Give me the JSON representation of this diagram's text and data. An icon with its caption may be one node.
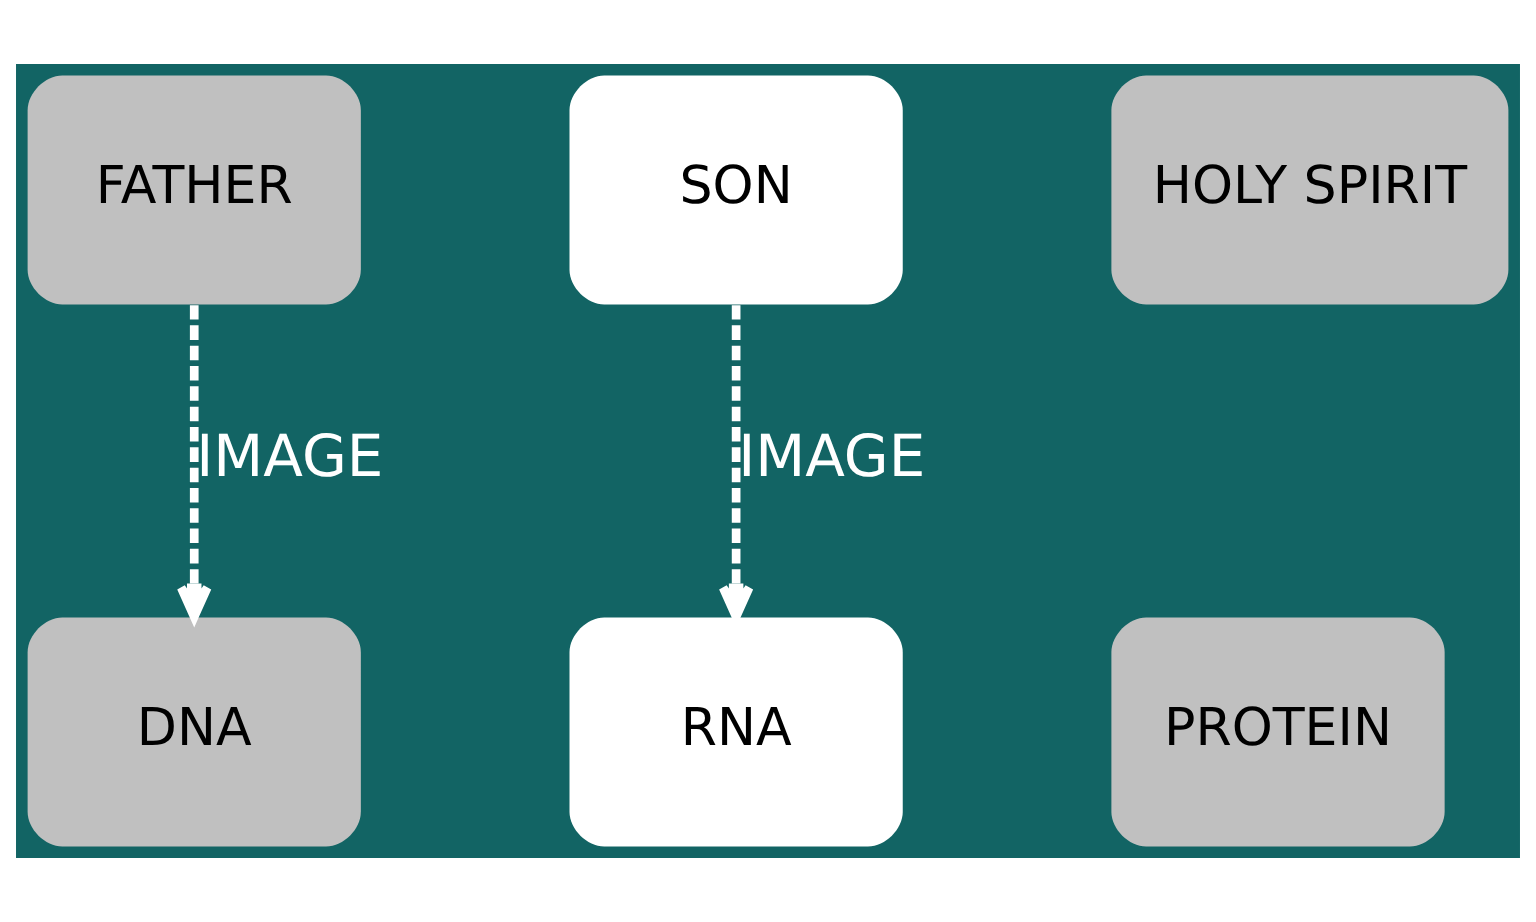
{
  "diagram": {
    "nodes": [
      {
        "text": [
          "FATHER"
        ]
      },
      {
        "text": [
          "SON"
        ]
      },
      {
        "text": [
          "HOLY SPIRIT"
        ]
      },
      {
        "text": [
          "DNA"
        ]
      },
      {
        "text": [
          "RNA"
        ]
      },
      {
        "text": [
          "PROTEIN"
        ]
      }
    ],
    "edges": [
      {
        "from": 0,
        "to": 3,
        "arrow": "to",
        "label": "IMAGE",
        "style": "dashed"
      },
      {
        "from": 1,
        "to": 4,
        "arrow": "to",
        "label": "IMAGE",
        "style": "dashed"
      }
    ]
  }
}
